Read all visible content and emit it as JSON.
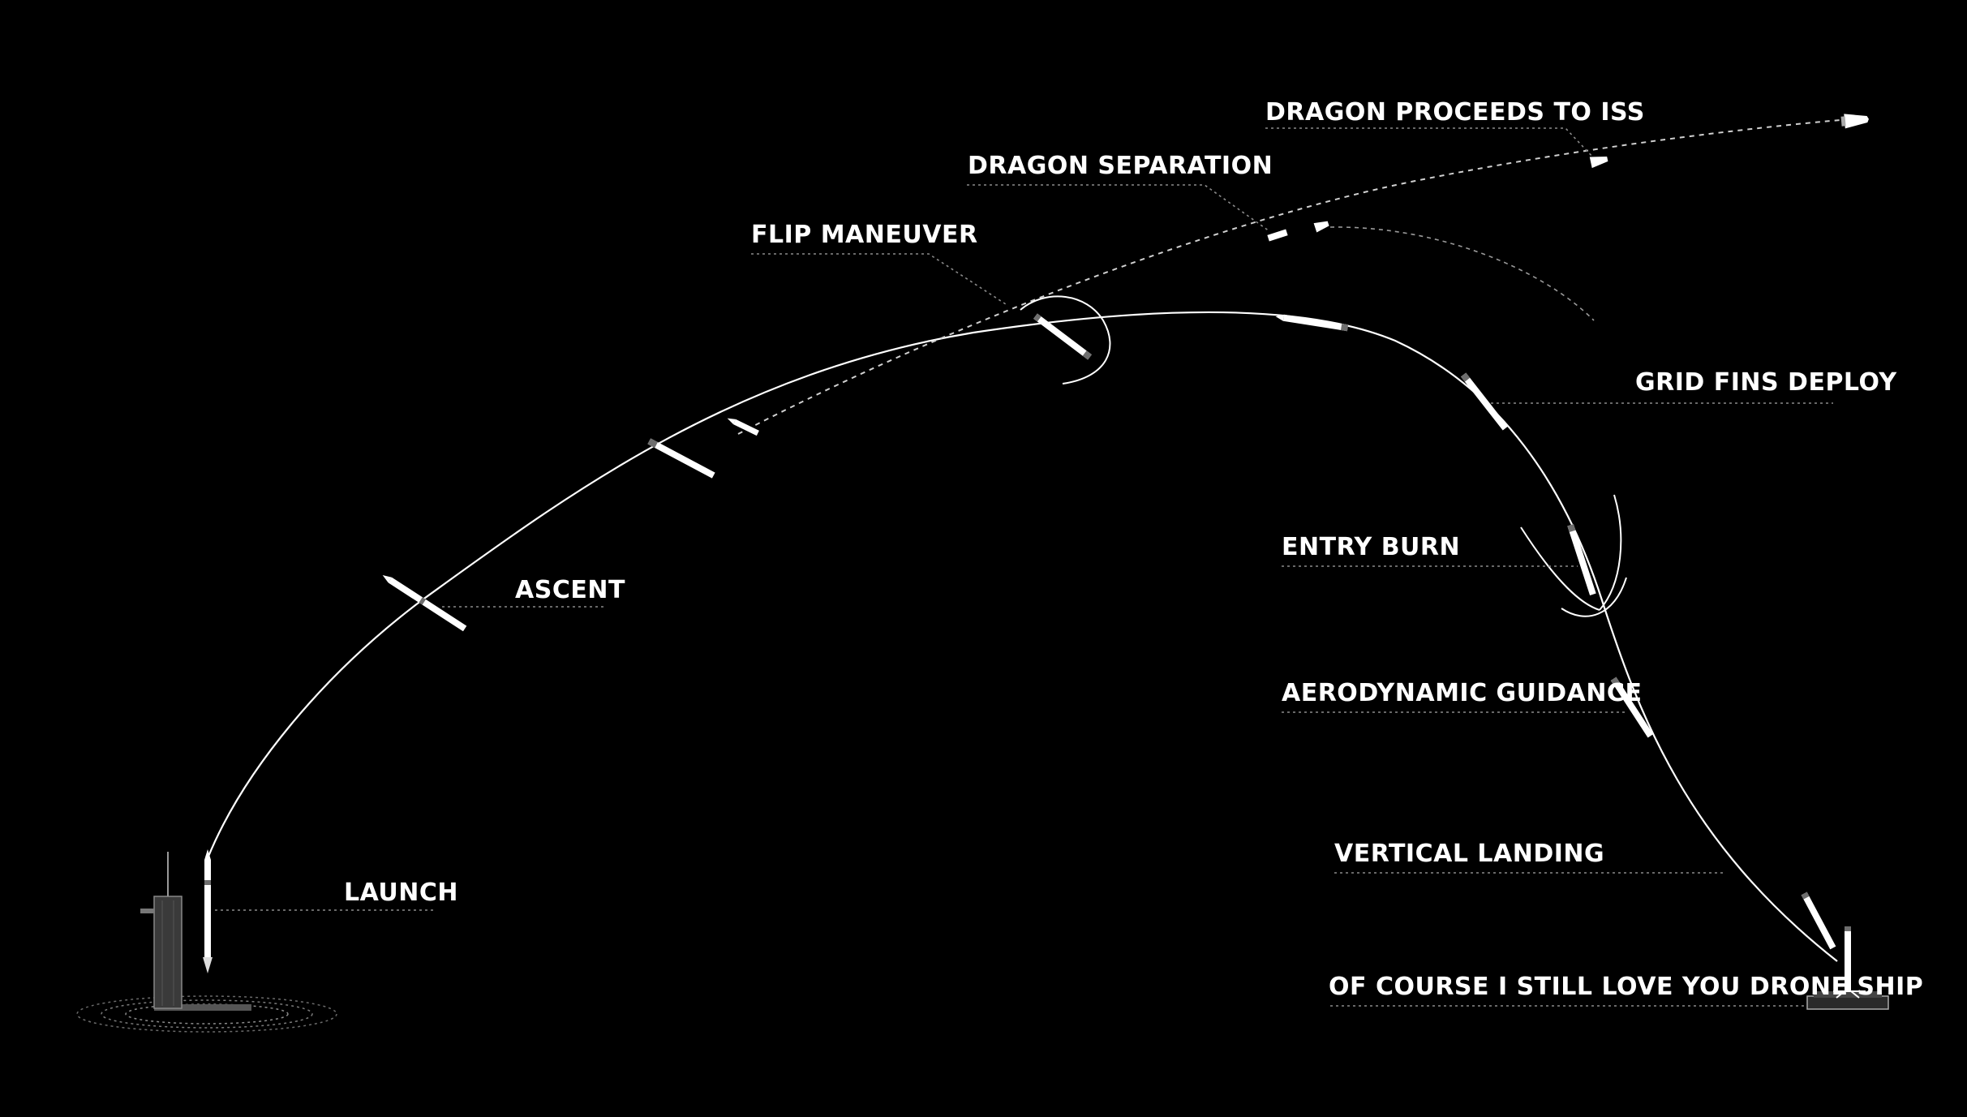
{
  "diagram": {
    "labels": {
      "dragon_proceeds": "DRAGON PROCEEDS TO ISS",
      "dragon_separation": "DRAGON SEPARATION",
      "flip_maneuver": "FLIP MANEUVER",
      "grid_fins": "GRID FINS DEPLOY",
      "entry_burn": "ENTRY BURN",
      "ascent": "ASCENT",
      "aerodynamic_guidance": "AERODYNAMIC GUIDANCE",
      "vertical_landing": "VERTICAL LANDING",
      "launch": "LAUNCH",
      "drone_ship": "OF COURSE I STILL LOVE YOU DRONE SHIP"
    },
    "colors": {
      "background": "#000000",
      "line": "#ffffff",
      "leader": "#8a8a8a"
    }
  }
}
